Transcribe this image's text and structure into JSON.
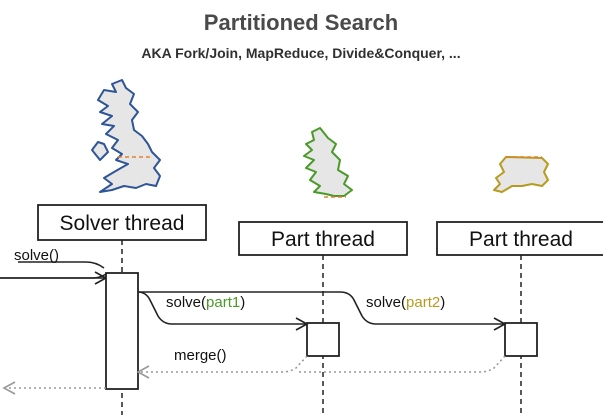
{
  "title": "Partitioned Search",
  "subtitle": "AKA Fork/Join, MapReduce, Divide&Conquer, ...",
  "participants": [
    {
      "label": "Solver thread",
      "map_icon": "great-britain-map-icon",
      "map_color": "#2f5597"
    },
    {
      "label": "Part thread",
      "map_icon": "scotland-map-icon",
      "map_color": "#4a9a2a"
    },
    {
      "label": "Part thread",
      "map_icon": "england-map-icon",
      "map_color": "#b89a20"
    }
  ],
  "messages": {
    "solve": "solve()",
    "solve_part1_prefix": "solve(",
    "solve_part1_arg": "part1",
    "solve_part1_suffix": ")",
    "solve_part2_prefix": "solve(",
    "solve_part2_arg": "part2",
    "solve_part2_suffix": ")",
    "merge": "merge()"
  },
  "colors": {
    "part1": "#4a9a2a",
    "part2": "#b89a20",
    "partition_line": "#e08030",
    "map_fill": "#e6e6e6",
    "line": "#222222",
    "return_line": "#999999"
  }
}
